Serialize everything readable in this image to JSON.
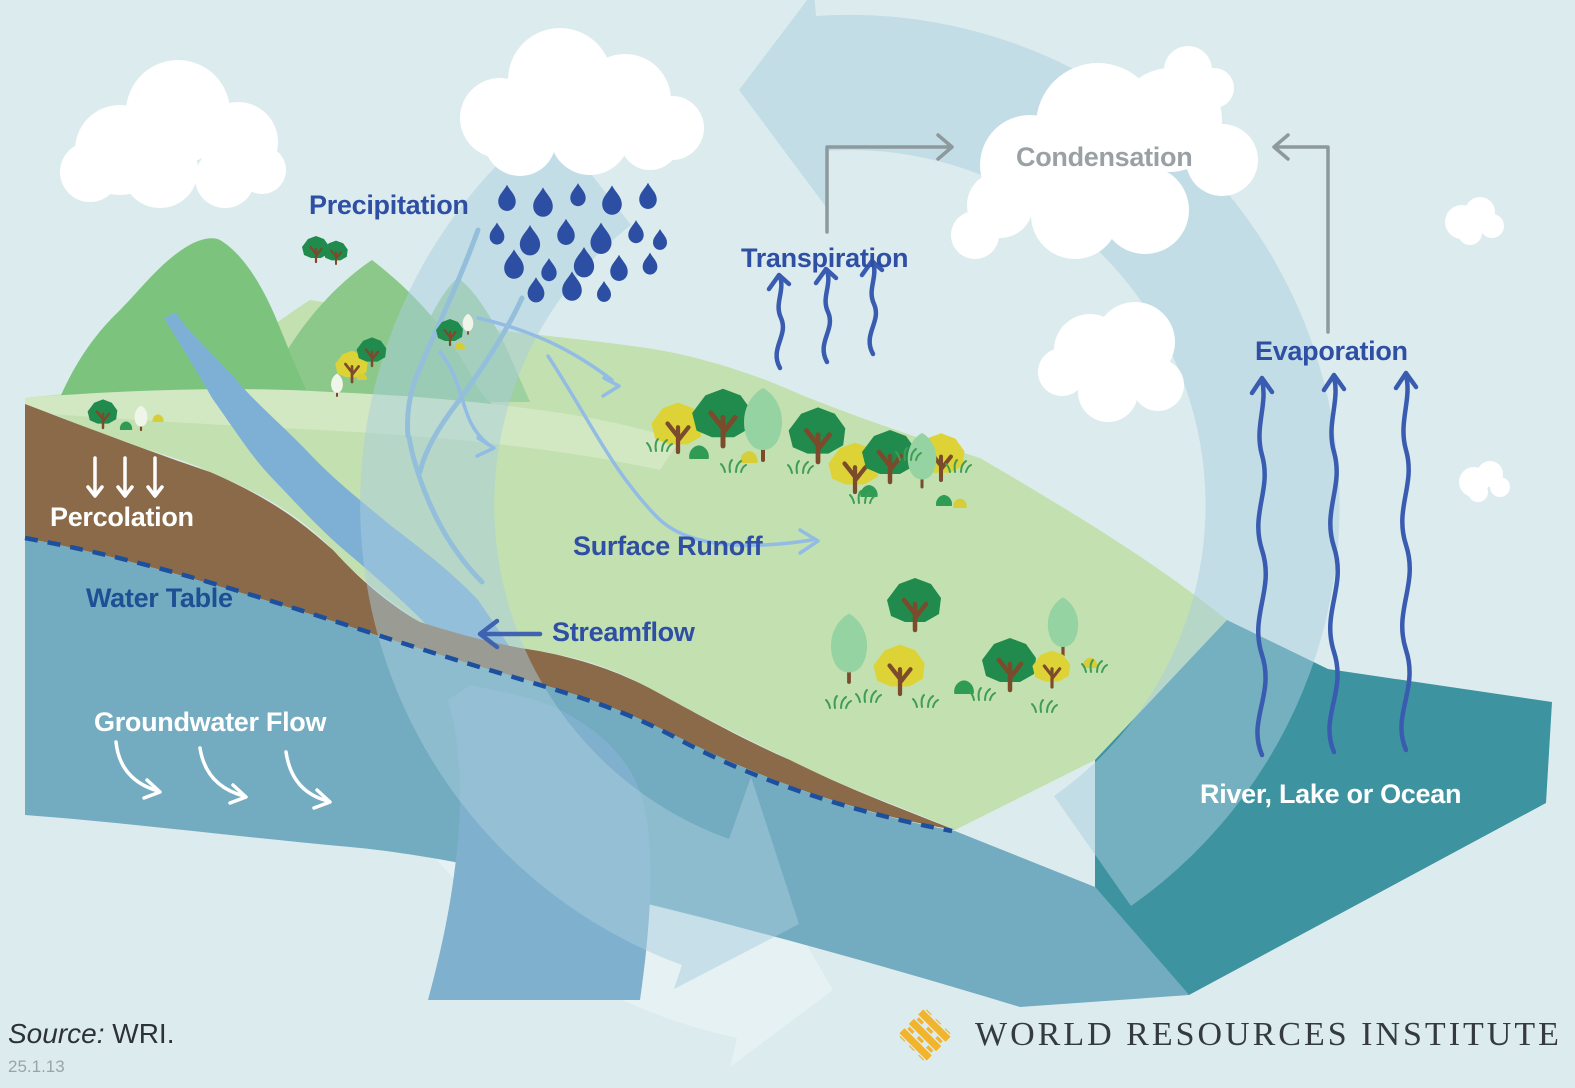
{
  "labels": {
    "precipitation": "Precipitation",
    "condensation": "Condensation",
    "transpiration": "Transpiration",
    "evaporation": "Evaporation",
    "percolation": "Percolation",
    "water_table": "Water Table",
    "groundwater_flow": "Groundwater Flow",
    "surface_runoff": "Surface Runoff",
    "streamflow": "Streamflow",
    "river_lake_ocean": "River, Lake or Ocean"
  },
  "footer": {
    "source_prefix": "Source:",
    "source_value": "WRI.",
    "version": "25.1.13",
    "logo_text": "WORLD RESOURCES INSTITUTE"
  },
  "colors": {
    "label_blue": "#2e4fa3",
    "condensation_gray": "#9aa1a4",
    "water_table_navy": "#1d4f94",
    "logo_yellow": "#f2b32d",
    "ocean_teal": "#3e93a1",
    "hill_green": "#c3e0b0",
    "soil_brown": "#8a6a48",
    "groundwater_blue": "#73abc0"
  }
}
